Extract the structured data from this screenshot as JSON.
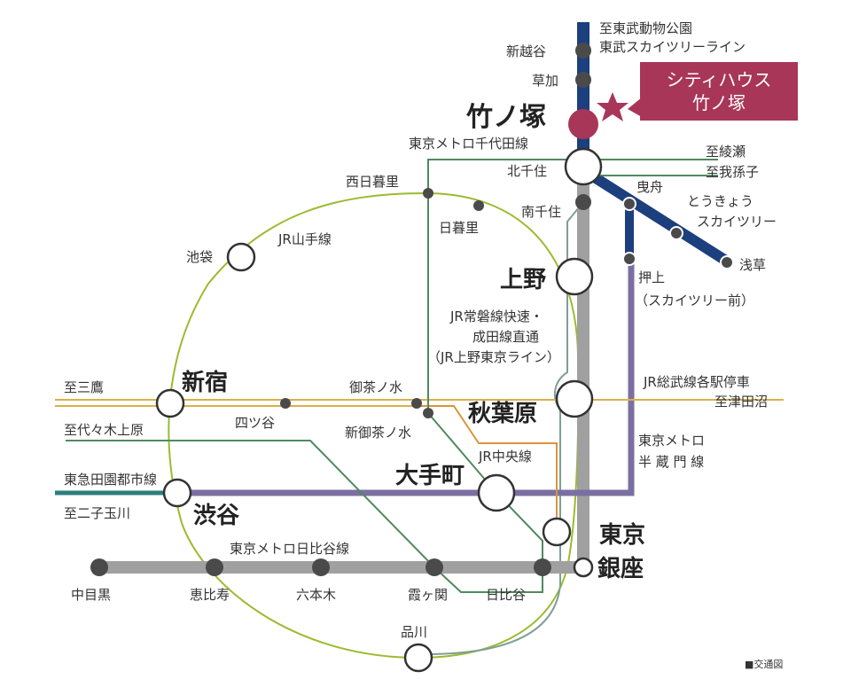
{
  "colors": {
    "yamanote": "#9bbb2e",
    "chiyoda": "#4f8a5e",
    "hibiya": "#a0a0a0",
    "tobu": "#1c3f7d",
    "hanzomon": "#7b6fa2",
    "sobu": "#d9b14a",
    "chuo": "#d9953a",
    "joban": "#7f9e97",
    "denentoshi": "#2d7e7e",
    "featured": "#a83658"
  },
  "icons": {
    "property": "star-icon",
    "station": "station-circle-icon"
  },
  "featured_station": "竹ノ塚",
  "property_callout": {
    "line1": "シティハウス",
    "line2": "竹ノ塚"
  },
  "destinations": {
    "tobu_zoo": "至東武動物公園",
    "ayase": "至綾瀬",
    "abiko": "至我孫子",
    "mitaka": "至三鷹",
    "tsudanuma": "至津田沼",
    "yoyogi_uehara": "至代々木上原",
    "futako": "至二子玉川"
  },
  "line_labels": {
    "tobu": "東武スカイツリーライン",
    "chiyoda": "東京メトロ千代田線",
    "yamanote": "JR山手線",
    "joban_1": "JR常磐線快速・",
    "joban_2": "成田線直通",
    "joban_3": "（JR上野東京ライン）",
    "sobu": "JR総武線各駅停車",
    "hanzomon_1": "東京メトロ",
    "hanzomon_2": "半 蔵 門 線",
    "chuo": "JR中央線",
    "denentoshi": "東急田園都市線",
    "hibiya": "東京メトロ日比谷線"
  },
  "stations": {
    "shinkoshigaya": "新越谷",
    "soka": "草加",
    "kitasenju": "北千住",
    "minamisenju": "南千住",
    "nishinippori": "西日暮里",
    "nippori": "日暮里",
    "hikifune": "曳舟",
    "skytree_1": "とうきょう",
    "skytree_2": "スカイツリー",
    "asakusa": "浅草",
    "oshiage_1": "押上",
    "oshiage_2": "（スカイツリー前）",
    "ikebukuro": "池袋",
    "ueno": "上野",
    "shinjuku": "新宿",
    "yotsuya": "四ツ谷",
    "ochanomizu": "御茶ノ水",
    "shinochanomizu": "新御茶ノ水",
    "akihabara": "秋葉原",
    "otemachi": "大手町",
    "shibuya": "渋谷",
    "tokyo": "東京",
    "ginza": "銀座",
    "nakameguro": "中目黒",
    "ebisu": "恵比寿",
    "roppongi": "六本木",
    "kasumigaseki": "霞ヶ関",
    "hibiya": "日比谷",
    "shinagawa": "品川"
  },
  "footer_label": "■交通図"
}
